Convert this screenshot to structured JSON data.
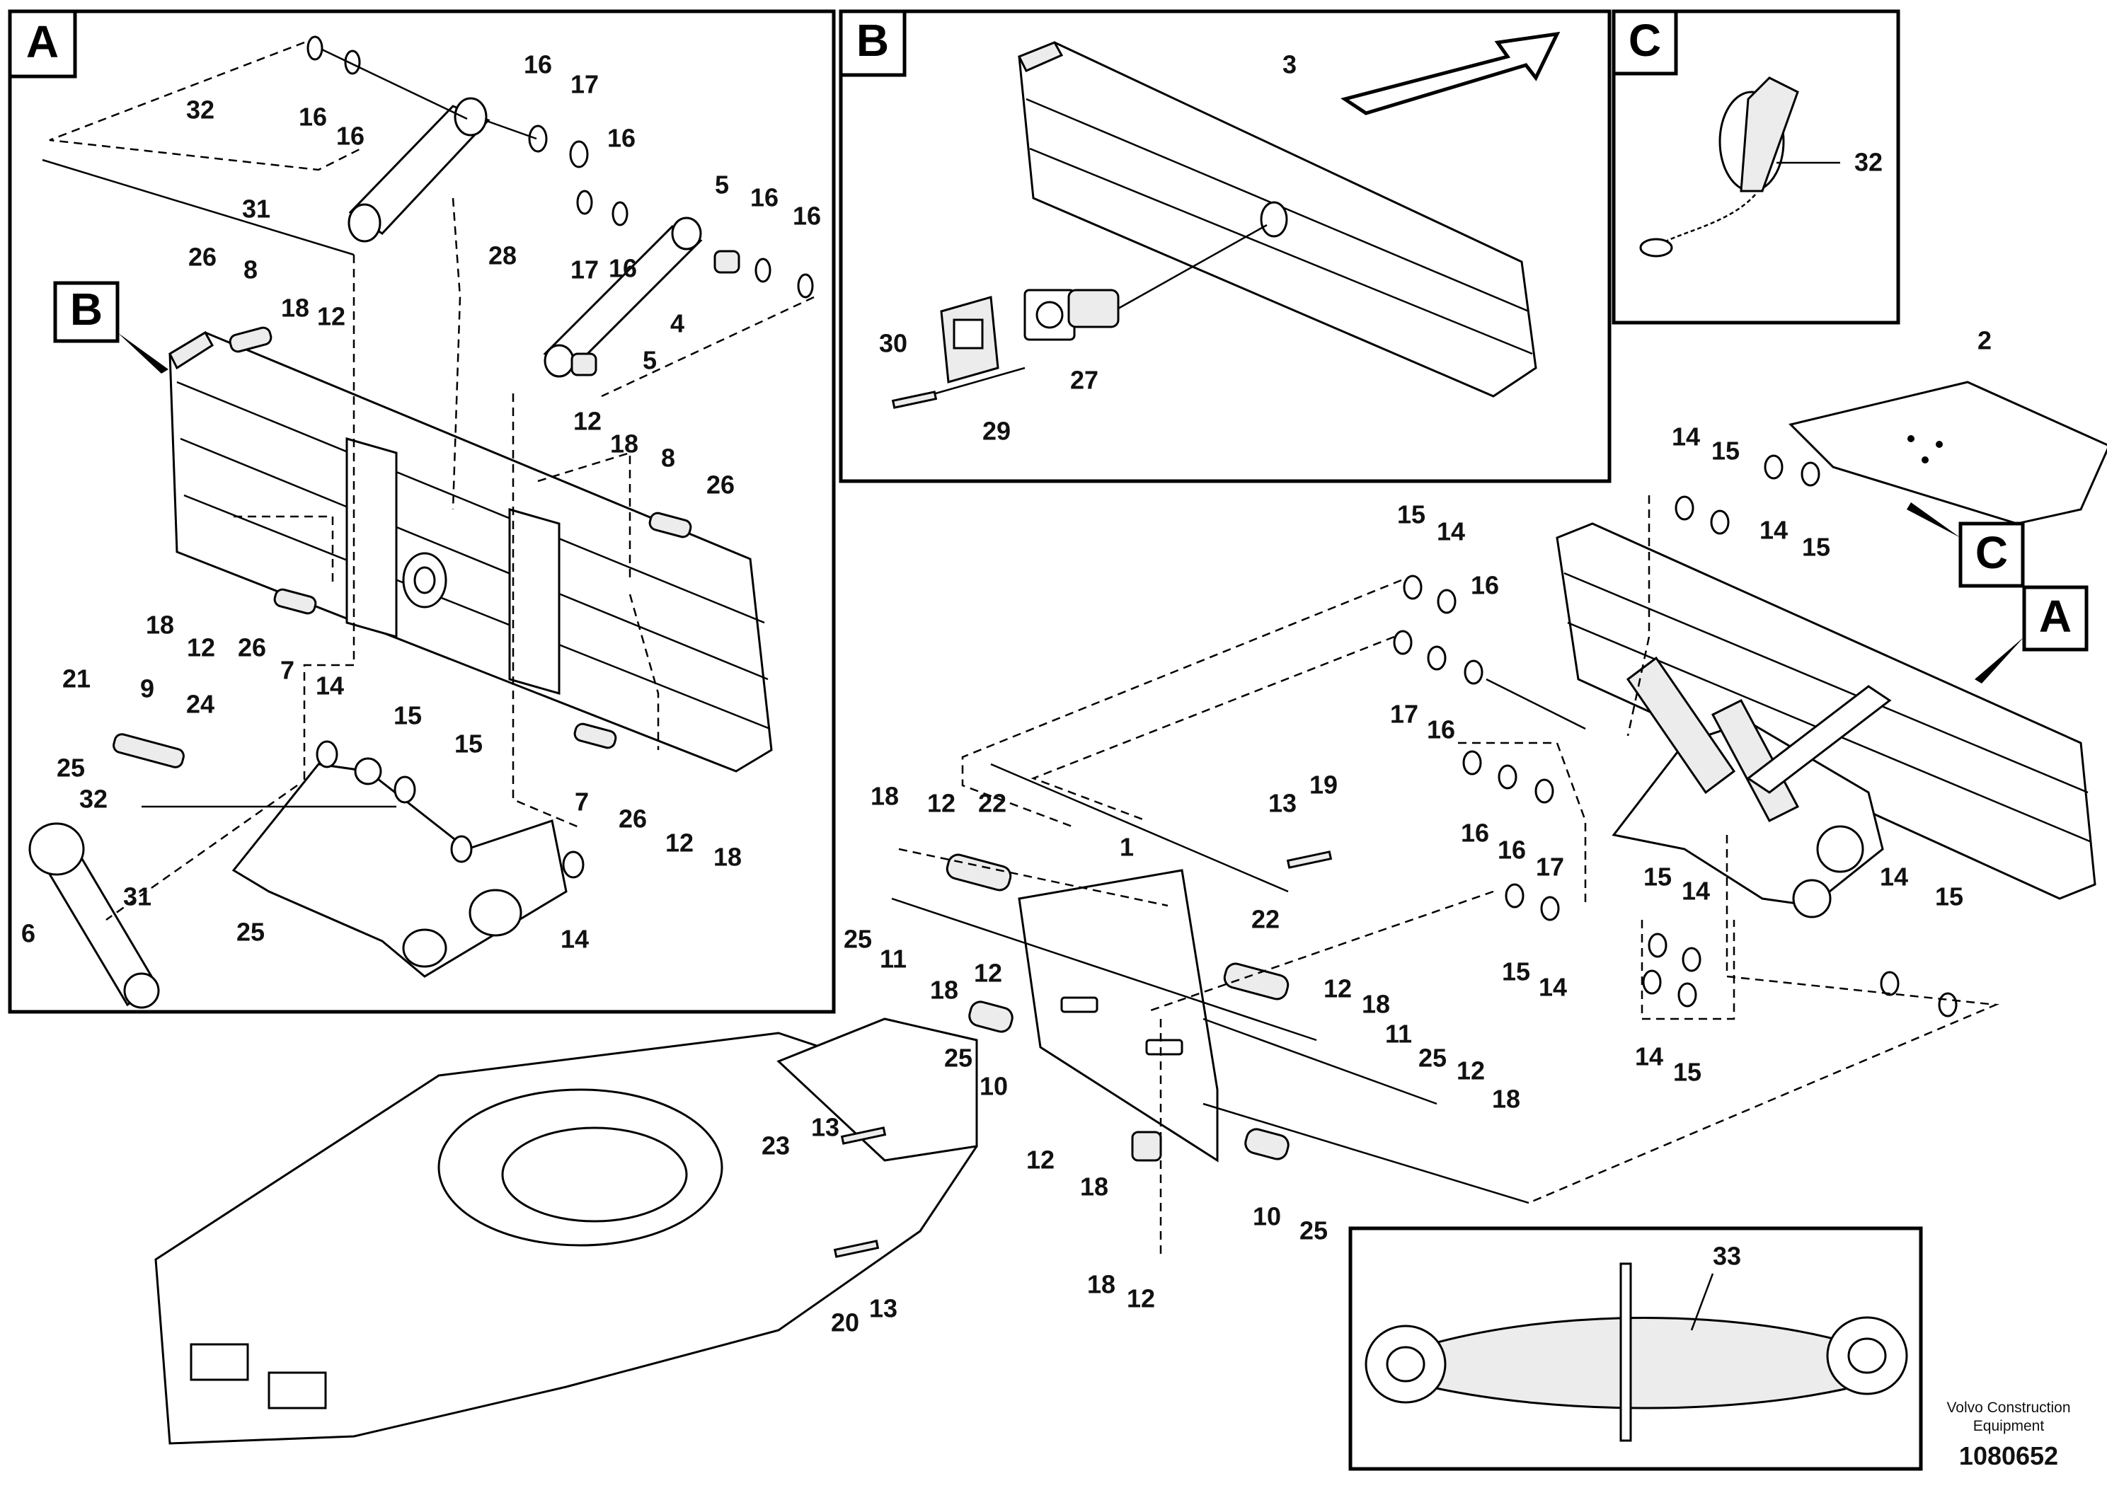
{
  "panels": {
    "a": {
      "tag": "A"
    },
    "b": {
      "tag": "B"
    },
    "c": {
      "tag": "C"
    }
  },
  "callouts": {
    "b_on_a": "B",
    "c_main": "C",
    "a_main": "A"
  },
  "labels": {
    "p32a": "32",
    "p31a": "31",
    "p16_1": "16",
    "p16_2": "16",
    "p16_3": "16",
    "p17_1": "17",
    "p16_4": "16",
    "p17_2": "17",
    "p16_5": "16",
    "p5_1": "5",
    "p16_6": "16",
    "p16_7": "16",
    "p4": "4",
    "p5_2": "5",
    "p28": "28",
    "p26_1": "26",
    "p8_1": "8",
    "p18_1": "18",
    "p12_1": "12",
    "p12_2": "12",
    "p18_2": "18",
    "p8_2": "8",
    "p26_2": "26",
    "p18_3": "18",
    "p12_3": "12",
    "p26_3": "26",
    "p7_1": "7",
    "p14_1": "14",
    "p15_1": "15",
    "p15_2": "15",
    "p21": "21",
    "p9": "9",
    "p24": "24",
    "p25_1": "25",
    "p32b": "32",
    "p31b": "31",
    "p6": "6",
    "p25_2": "25",
    "p7_2": "7",
    "p26_4": "26",
    "p12_4": "12",
    "p18_4": "18",
    "p14_2": "14",
    "p3": "3",
    "p30": "30",
    "p27": "27",
    "p29": "29",
    "p32c": "32",
    "p2": "2",
    "p14_3": "14",
    "p15_3": "15",
    "p14_4": "14",
    "p15_4": "15",
    "p15_5": "15",
    "p14_5": "14",
    "p16_8": "16",
    "p17_3": "17",
    "p16_9": "16",
    "p16_10": "16",
    "p16_11": "16",
    "p17_4": "17",
    "p15_6": "15",
    "p14_6": "14",
    "p15_7": "15",
    "p14_7": "14",
    "p14_8": "14",
    "p15_8": "15",
    "p14_9": "14",
    "p15_9": "15",
    "p18_5": "18",
    "p12_5": "12",
    "p22_1": "22",
    "p1": "1",
    "p13_1": "13",
    "p19": "19",
    "p25_3": "25",
    "p11_1": "11",
    "p18_6": "18",
    "p12_6": "12",
    "p22_2": "22",
    "p25_4": "25",
    "p10_1": "10",
    "p12_7": "12",
    "p18_7": "18",
    "p11_2": "11",
    "p25_5": "25",
    "p12_8": "12",
    "p18_8": "18",
    "p23": "23",
    "p13_2": "13",
    "p12_9": "12",
    "p18_9": "18",
    "p10_2": "10",
    "p25_6": "25",
    "p18_10": "18",
    "p12_10": "12",
    "p20": "20",
    "p13_3": "13",
    "p33": "33"
  },
  "footer": {
    "credit_line1": "Volvo Construction",
    "credit_line2": "Equipment",
    "doc_id": "1080652"
  }
}
